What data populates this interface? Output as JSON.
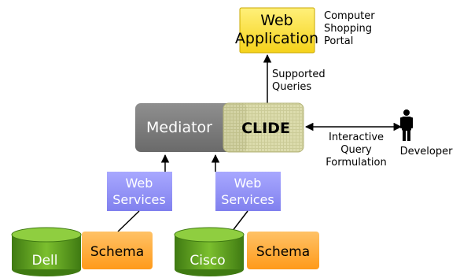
{
  "web_app": {
    "title_line1": "Web",
    "title_line2": "Application",
    "note_lines": [
      "Computer",
      "Shopping",
      "Portal"
    ]
  },
  "supported_queries": [
    "Supported",
    "Queries"
  ],
  "mediator": "Mediator",
  "clide": "CLIDE",
  "interactive_query": [
    "Interactive",
    "Query",
    "Formulation"
  ],
  "developer": "Developer",
  "web_services_left": [
    "Web",
    "Services"
  ],
  "web_services_right": [
    "Web",
    "Services"
  ],
  "db_left": "Dell",
  "db_right": "Cisco",
  "schema_left": "Schema",
  "schema_right": "Schema",
  "colors": {
    "web_app_fill": "#ffe14d",
    "mediator_fill": "#7f7f7f",
    "clide_fill": "#d8d8a0",
    "web_services_fill": "#9999ff",
    "db_fill": "#6fa82a",
    "schema_fill": "#ffaa3a"
  }
}
